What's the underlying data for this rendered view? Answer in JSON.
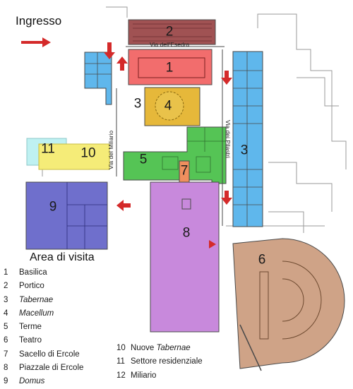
{
  "map": {
    "entrance_label": "Ingresso",
    "streets": {
      "top": "Via dell'Esedra",
      "west": "Via del Miliario",
      "east": "Via dei Pilastri"
    },
    "colors": {
      "portico": "#a05253",
      "basilica": "#f26d6d",
      "tabernae": "#5fb7ec",
      "macellum": "#e6b83a",
      "terme": "#55c455",
      "teatro": "#cfa387",
      "sacello": "#ef8f5e",
      "piazzale": "#c889dc",
      "domus": "#6f6fcc",
      "nuove_tabernae": "#f5ec78",
      "settore_residenziale": "#bff1f2",
      "arrows": "#d42a2a",
      "walls": "#4a4a4a"
    },
    "zone_labels": [
      "2",
      "1",
      "3",
      "4",
      "3",
      "5",
      "7",
      "11",
      "10",
      "9",
      "8",
      "6"
    ]
  },
  "legend": {
    "title": "Area di visita",
    "items": [
      {
        "num": "1",
        "label": "Basilica",
        "italic": false
      },
      {
        "num": "2",
        "label": "Portico",
        "italic": false
      },
      {
        "num": "3",
        "label": "Tabernae",
        "italic": true
      },
      {
        "num": "4",
        "label": "Macellum",
        "italic": true
      },
      {
        "num": "5",
        "label": "Terme",
        "italic": false
      },
      {
        "num": "6",
        "label": "Teatro",
        "italic": false
      },
      {
        "num": "7",
        "label": "Sacello di Ercole",
        "italic": false
      },
      {
        "num": "8",
        "label": "Piazzale di Ercole",
        "italic": false
      },
      {
        "num": "9",
        "label": "Domus",
        "italic": true
      }
    ],
    "items_right": [
      {
        "num": "10",
        "prefix": "Nuove ",
        "label": "Tabernae",
        "italic": true
      },
      {
        "num": "11",
        "prefix": "",
        "label": "Settore residenziale",
        "italic": false
      },
      {
        "num": "12",
        "prefix": "",
        "label": "Miliario",
        "italic": false
      }
    ]
  }
}
